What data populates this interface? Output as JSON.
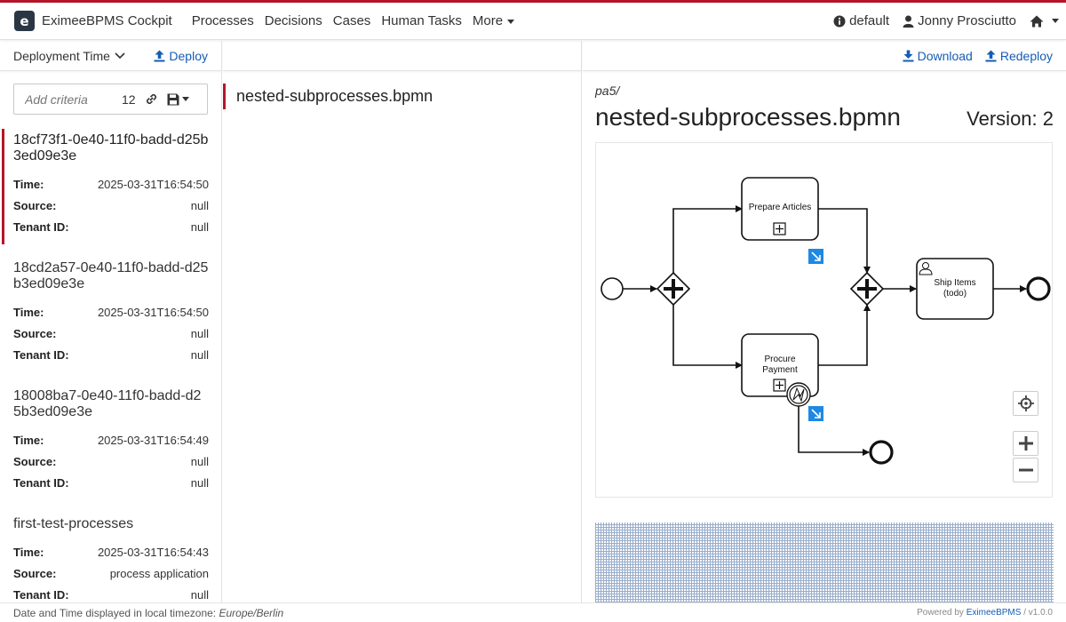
{
  "navbar": {
    "brand_letter": "e",
    "brand_name": "EximeeBPMS Cockpit",
    "items": [
      "Processes",
      "Decisions",
      "Cases",
      "Human Tasks"
    ],
    "more_label": "More",
    "tenant": "default",
    "user": "Jonny Prosciutto"
  },
  "left": {
    "sort_label": "Deployment Time",
    "deploy_label": "Deploy",
    "search_placeholder": "Add criteria",
    "search_count": "12",
    "labels": {
      "time": "Time:",
      "source": "Source:",
      "tenant": "Tenant ID:"
    },
    "deployments": [
      {
        "name": "18cf73f1-0e40-11f0-badd-d25b3ed09e3e",
        "time": "2025-03-31T16:54:50",
        "source": "null",
        "tenant": "null"
      },
      {
        "name": "18cd2a57-0e40-11f0-badd-d25b3ed09e3e",
        "time": "2025-03-31T16:54:50",
        "source": "null",
        "tenant": "null"
      },
      {
        "name": "18008ba7-0e40-11f0-badd-d25b3ed09e3e",
        "time": "2025-03-31T16:54:49",
        "source": "null",
        "tenant": "null"
      },
      {
        "name": "first-test-processes",
        "time": "2025-03-31T16:54:43",
        "source": "process application",
        "tenant": "null"
      }
    ]
  },
  "middle": {
    "resources": [
      "nested-subprocesses.bpmn"
    ]
  },
  "right": {
    "download_label": "Download",
    "redeploy_label": "Redeploy",
    "path": "pa5/",
    "title": "nested-subprocesses.bpmn",
    "version": "Version: 2",
    "diagram": {
      "task_prepare": "Prepare Articles",
      "task_procure_1": "Procure",
      "task_procure_2": "Payment",
      "task_ship_1": "Ship Items",
      "task_ship_2": "(todo)"
    }
  },
  "footer": {
    "timezone_prefix": "Date and Time displayed in local timezone:",
    "timezone": "Europe/Berlin",
    "powered_prefix": "Powered by",
    "powered_brand": "EximeeBPMS",
    "powered_version": "/ v1.0.0"
  },
  "colors": {
    "accent": "#b5152b",
    "link": "#155cb5",
    "brand_bg": "#2b3645",
    "marker": "#1e88e5"
  }
}
